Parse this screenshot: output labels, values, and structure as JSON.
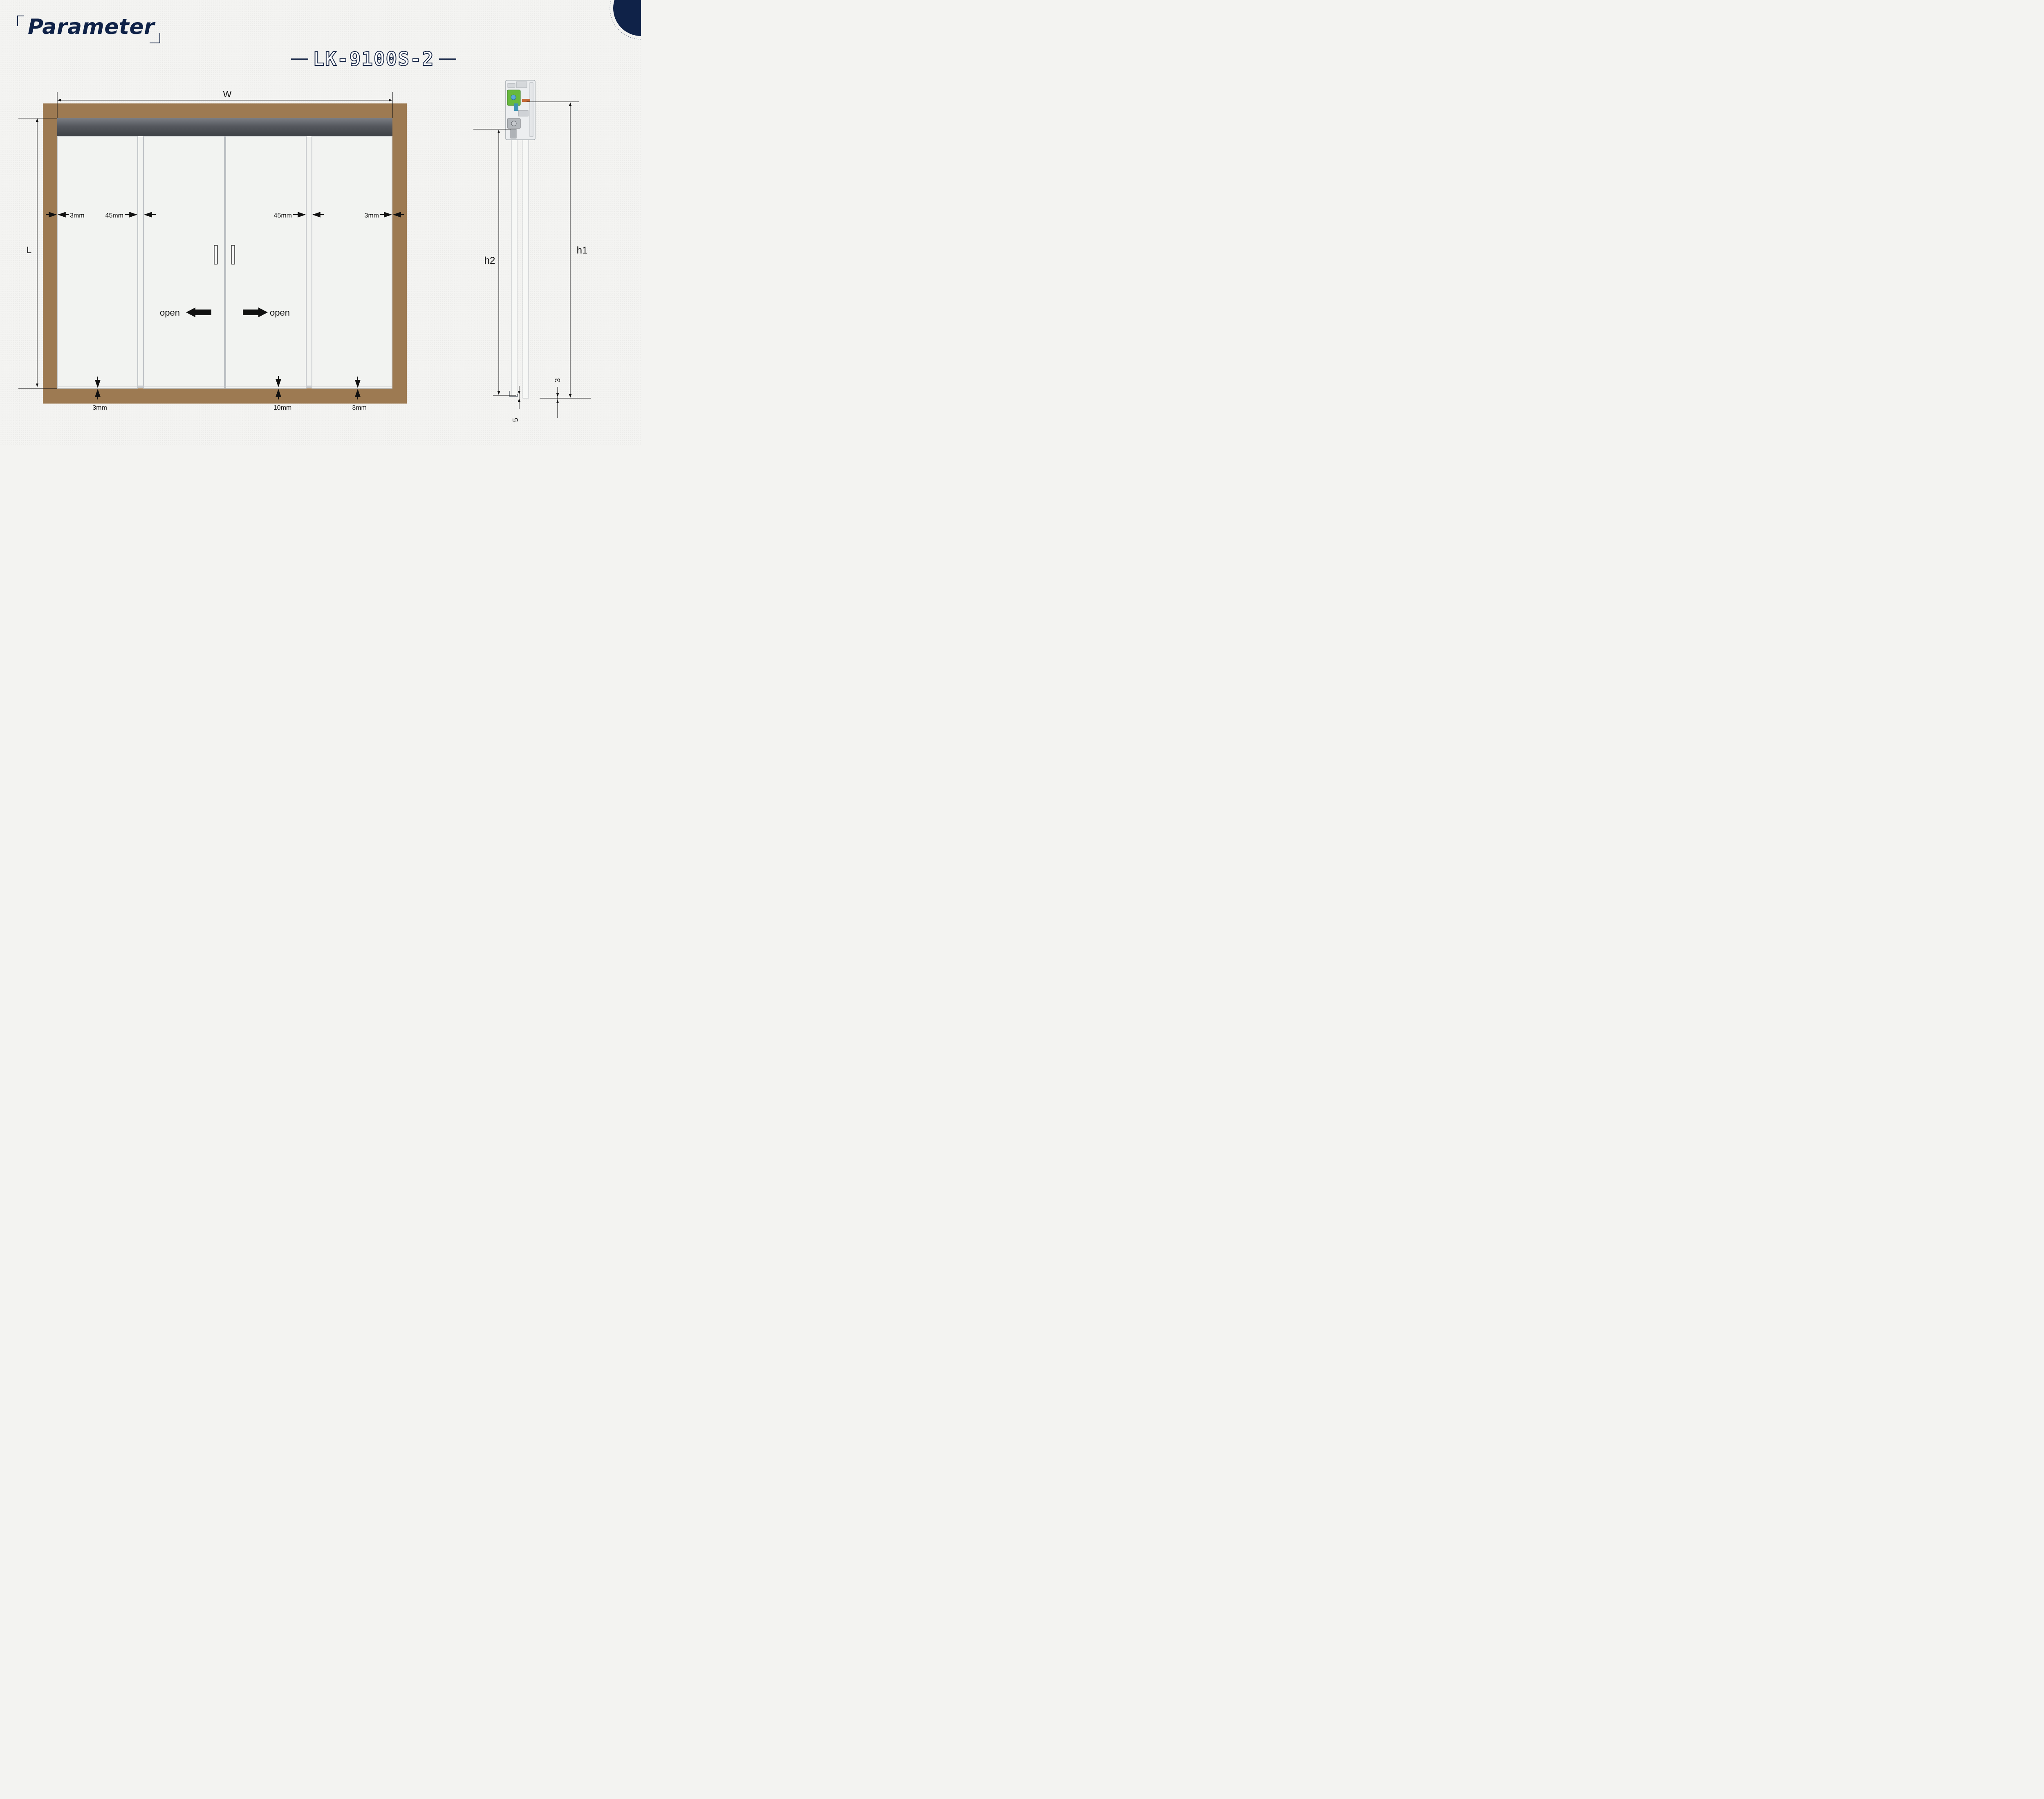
{
  "header": {
    "title": "Parameter",
    "model": "LK-9100S-2"
  },
  "front_view": {
    "width_label": "W",
    "height_label": "L",
    "gap_left_side": "3mm",
    "gap_left_overlap": "45mm",
    "gap_right_overlap": "45mm",
    "gap_right_side": "3mm",
    "gap_bottom_left": "3mm",
    "gap_bottom_center": "10mm",
    "gap_bottom_right": "3mm",
    "open_left": "open",
    "open_right": "open"
  },
  "side_view": {
    "h1_label": "h1",
    "h2_label": "h2",
    "gap_3_label": "3",
    "gap_5_label": "5"
  },
  "colors": {
    "frame": "#9d7a52",
    "rail": "#5d6066",
    "navy": "#0f2248"
  }
}
